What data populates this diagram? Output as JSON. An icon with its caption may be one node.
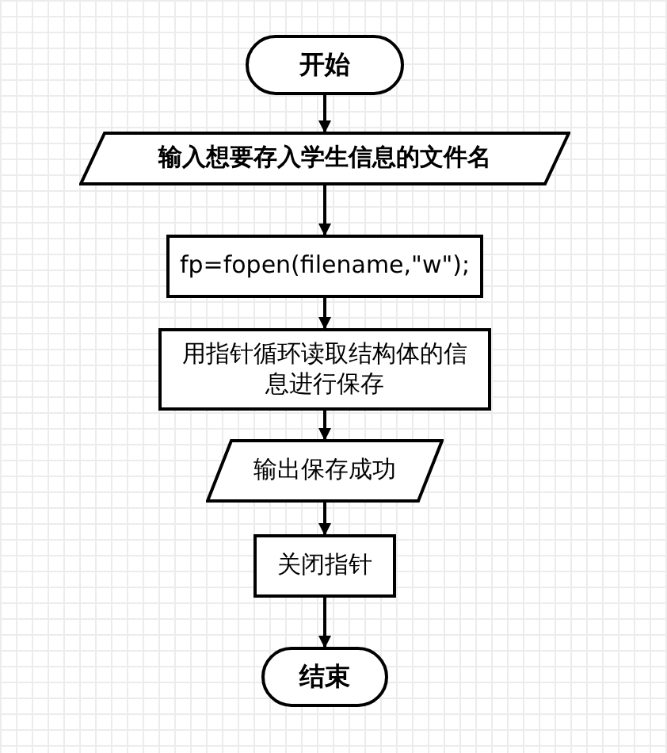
{
  "diagram": {
    "nodes": [
      {
        "text": [
          "开始"
        ]
      },
      {
        "text": [
          "输入想要存入学生信息的文件名"
        ]
      },
      {
        "text": [
          "fp=fopen(filename,\"w\");"
        ]
      },
      {
        "text": [
          "用指针循环读取结构体的信息进行保存"
        ]
      },
      {
        "text": [
          "输出保存成功"
        ]
      },
      {
        "text": [
          "关闭指针"
        ]
      },
      {
        "text": [
          "结束"
        ]
      }
    ],
    "edges": [
      {
        "from": 0,
        "to": 1,
        "arrow": "to"
      },
      {
        "from": 1,
        "to": 2,
        "arrow": "to"
      },
      {
        "from": 2,
        "to": 3,
        "arrow": "to"
      },
      {
        "from": 3,
        "to": 4,
        "arrow": "to"
      },
      {
        "from": 4,
        "to": 5,
        "arrow": "to"
      },
      {
        "from": 5,
        "to": 6,
        "arrow": "to"
      }
    ]
  }
}
